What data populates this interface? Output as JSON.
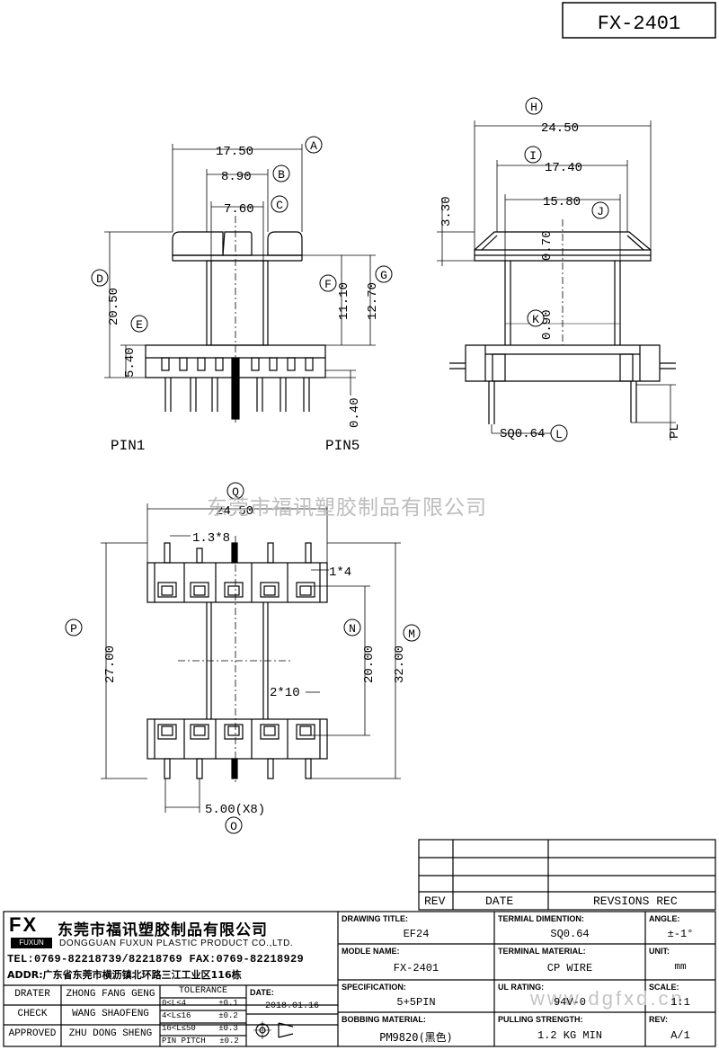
{
  "part_number": "FX-2401",
  "watermark": "东莞市福讯塑胶制品有限公司",
  "watermark_site": "www.dgfxd.cn",
  "pin_labels": {
    "pin1": "PIN1",
    "pin5": "PIN5"
  },
  "front_view": {
    "dims": [
      {
        "label": "A",
        "value": "17.50"
      },
      {
        "label": "B",
        "value": "8.90"
      },
      {
        "label": "C",
        "value": "7.60"
      },
      {
        "label": "D",
        "value": "20.50"
      },
      {
        "label": "E",
        "value": "5.40"
      },
      {
        "label": "F",
        "value": "11.10"
      },
      {
        "label": "G",
        "value": "12.70"
      },
      {
        "label": "",
        "value": "0.40"
      }
    ]
  },
  "side_view": {
    "dims": [
      {
        "label": "H",
        "value": "24.50"
      },
      {
        "label": "I",
        "value": "17.40"
      },
      {
        "label": "J",
        "value": "15.80"
      },
      {
        "label": "",
        "value": "3.30"
      },
      {
        "label": "",
        "value": "0.70"
      },
      {
        "label": "K",
        "value": "0.90"
      },
      {
        "label": "L",
        "value": "SQ0.64"
      },
      {
        "label": "",
        "value": "PL"
      }
    ]
  },
  "bottom_view": {
    "dims": [
      {
        "label": "Q",
        "value": "24.50"
      },
      {
        "label": "",
        "value": "1.3*8"
      },
      {
        "label": "",
        "value": "1*4"
      },
      {
        "label": "P",
        "value": "27.00"
      },
      {
        "label": "N",
        "value": "20.00"
      },
      {
        "label": "M",
        "value": "32.00"
      },
      {
        "label": "",
        "value": "2*10"
      },
      {
        "label": "O",
        "value": "5.00(X8)"
      }
    ]
  },
  "revision_table": {
    "headers": [
      "REV",
      "DATE",
      "REVSIONS REC"
    ]
  },
  "company": {
    "logo": "FX",
    "logo_sub": "FUXUN",
    "name_cn": "东莞市福讯塑胶制品有限公司",
    "name_en": "DONGGUAN FUXUN PLASTIC PRODUCT CO.,LTD.",
    "tel": "TEL:0769-82218739/82218769 FAX:0769-82218929",
    "addr": "ADDR:广东省东莞市横沥镇北环路三江工业区116栋"
  },
  "signoff": [
    {
      "role": "DRATER",
      "name": "ZHONG FANG GENG"
    },
    {
      "role": "CHECK",
      "name": "WANG SHAOFENG"
    },
    {
      "role": "APPROVED",
      "name": "ZHU DONG SHENG"
    }
  ],
  "tolerance": {
    "title": "TOLERANCE",
    "rows": [
      {
        "range": "0<L≤4",
        "tol": "±0.1"
      },
      {
        "range": "4<L≤16",
        "tol": "±0.2"
      },
      {
        "range": "16<L≤50",
        "tol": "±0.3"
      },
      {
        "range": "PIN PITCH",
        "tol": "±0.2"
      }
    ]
  },
  "date": {
    "label": "DATE:",
    "value": "2018.01.16"
  },
  "fields": {
    "drawing_title": {
      "label": "DRAWING TITLE:",
      "value": "EF24"
    },
    "terminal_dimension": {
      "label": "TERMIAL DIMENTION:",
      "value": "SQ0.64"
    },
    "angle": {
      "label": "ANGLE:",
      "value": "±-1°"
    },
    "model_name": {
      "label": "MODLE NAME:",
      "value": "FX-2401"
    },
    "terminal_material": {
      "label": "TERMINAL MATERIAL:",
      "value": "CP WIRE"
    },
    "unit": {
      "label": "UNIT:",
      "value": "mm"
    },
    "specification": {
      "label": "SPECIFICATION:",
      "value": "5+5PIN"
    },
    "ul_rating": {
      "label": "UL RATING:",
      "value": "94V-0"
    },
    "scale": {
      "label": "SCALE:",
      "value": "1:1"
    },
    "bobbin_material": {
      "label": "BOBBING MATERIAL:",
      "value": "PM9820(黑色)"
    },
    "pulling_strength": {
      "label": "PULLING STRENGTH:",
      "value": "1.2 KG MIN"
    },
    "rev": {
      "label": "REV:",
      "value": "A/1"
    }
  }
}
